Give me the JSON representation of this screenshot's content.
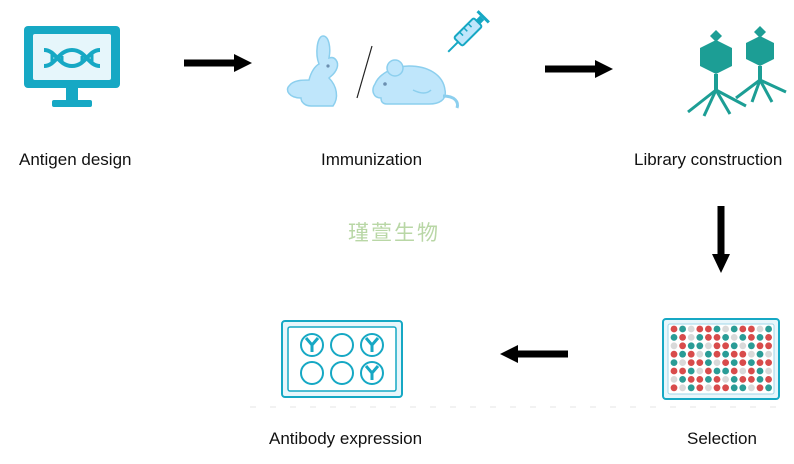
{
  "steps": {
    "antigen_design": "Antigen design",
    "immunization": "Immunization",
    "library_construction": "Library construction",
    "selection": "Selection",
    "antibody_expression": "Antibody expression"
  },
  "watermark": "瑾萱生物",
  "icons": {
    "antigen_design": "monitor-dna-icon",
    "immunization": [
      "rabbit-icon",
      "mouse-icon",
      "syringe-icon"
    ],
    "library_construction": "phage-icon",
    "selection": "well-plate-icon",
    "antibody_expression": "antibody-plate-icon"
  },
  "colors": {
    "teal": "#16a8c4",
    "light_blue": "#bfe6fb",
    "phage_teal": "#1c9e95",
    "plate_red": "#d84b4b",
    "plate_teal": "#2a9c96",
    "plate_gray": "#d9d9d9",
    "arrow": "#000000"
  }
}
